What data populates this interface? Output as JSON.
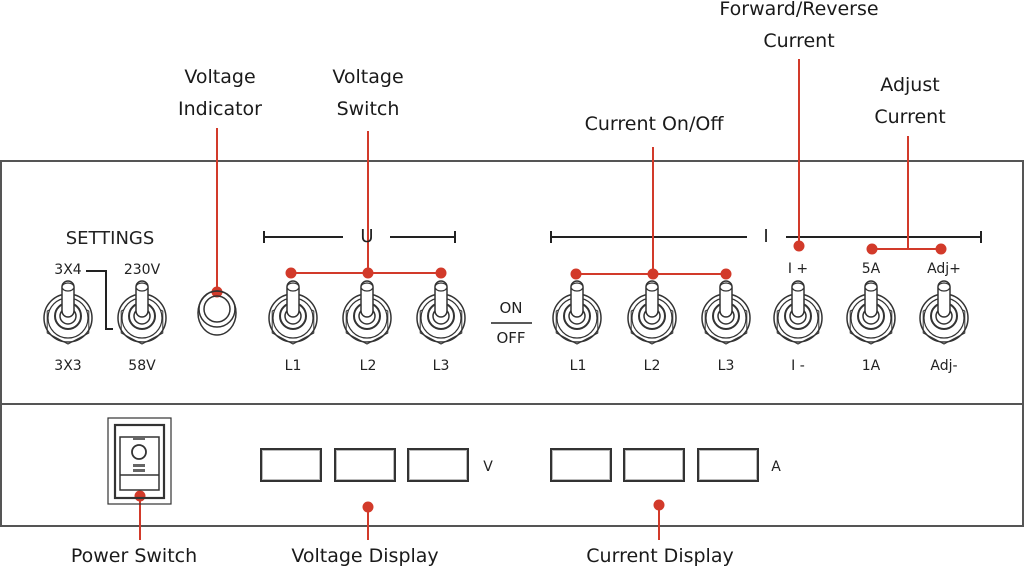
{
  "colors": {
    "accent": "#d23a2a",
    "line": "#222222",
    "panel_border": "#555555"
  },
  "callouts": {
    "voltage_indicator": [
      "Voltage",
      "Indicator"
    ],
    "voltage_switch": [
      "Voltage",
      "Switch"
    ],
    "current_on_off": "Current On/Off",
    "forward_reverse": [
      "Forward/Reverse",
      "Current"
    ],
    "adjust_current": [
      "Adjust",
      "Current"
    ],
    "power_switch": "Power Switch",
    "voltage_display": "Voltage Display",
    "current_display": "Current Display"
  },
  "settings": {
    "title": "SETTINGS",
    "switch1": {
      "top": "3X4",
      "bottom": "3X3"
    },
    "switch2": {
      "top": "230V",
      "bottom": "58V"
    }
  },
  "voltage_group": {
    "label": "U",
    "switches": [
      "L1",
      "L2",
      "L3"
    ]
  },
  "on_off": {
    "on": "ON",
    "off": "OFF"
  },
  "current_group": {
    "label": "I",
    "switches": [
      "L1",
      "L2",
      "L3"
    ],
    "extra": [
      {
        "top": "I +",
        "bottom": "I -"
      },
      {
        "top": "5A",
        "bottom": "1A"
      },
      {
        "top": "Adj+",
        "bottom": "Adj-"
      }
    ]
  },
  "displays": {
    "voltage_unit": "V",
    "current_unit": "A"
  }
}
